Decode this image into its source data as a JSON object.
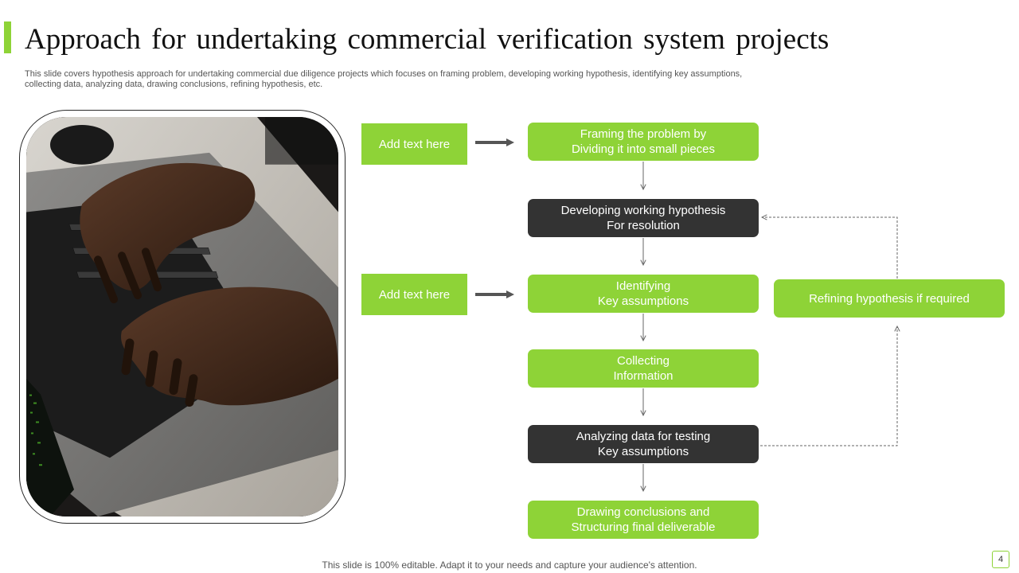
{
  "slide": {
    "title": "Approach  for  undertaking  commercial  verification  system  projects",
    "subtitle": "This slide covers hypothesis approach for undertaking commercial due diligence projects which focuses on framing problem, developing working hypothesis, identifying key assumptions, collecting data, analyzing data, drawing conclusions, refining hypothesis, etc.",
    "footer": "This slide is 100% editable. Adapt it to your needs and capture your audience's attention.",
    "page_number": "4",
    "accent_color": "#8ed337",
    "dark_color": "#333333"
  },
  "side_labels": [
    {
      "text": "Add text here"
    },
    {
      "text": "Add text here"
    }
  ],
  "steps": [
    {
      "text": "Framing the problem by\nDividing it into small pieces",
      "style": "green"
    },
    {
      "text": "Developing working hypothesis\nFor resolution",
      "style": "dark"
    },
    {
      "text": "Identifying\nKey assumptions",
      "style": "green"
    },
    {
      "text": "Collecting\nInformation",
      "style": "green"
    },
    {
      "text": "Analyzing data for testing\nKey assumptions",
      "style": "dark"
    },
    {
      "text": "Drawing conclusions and\nStructuring final deliverable",
      "style": "green"
    }
  ],
  "feedback": {
    "text": "Refining hypothesis if required"
  },
  "image": {
    "subject": "hands-typing-on-laptop"
  }
}
